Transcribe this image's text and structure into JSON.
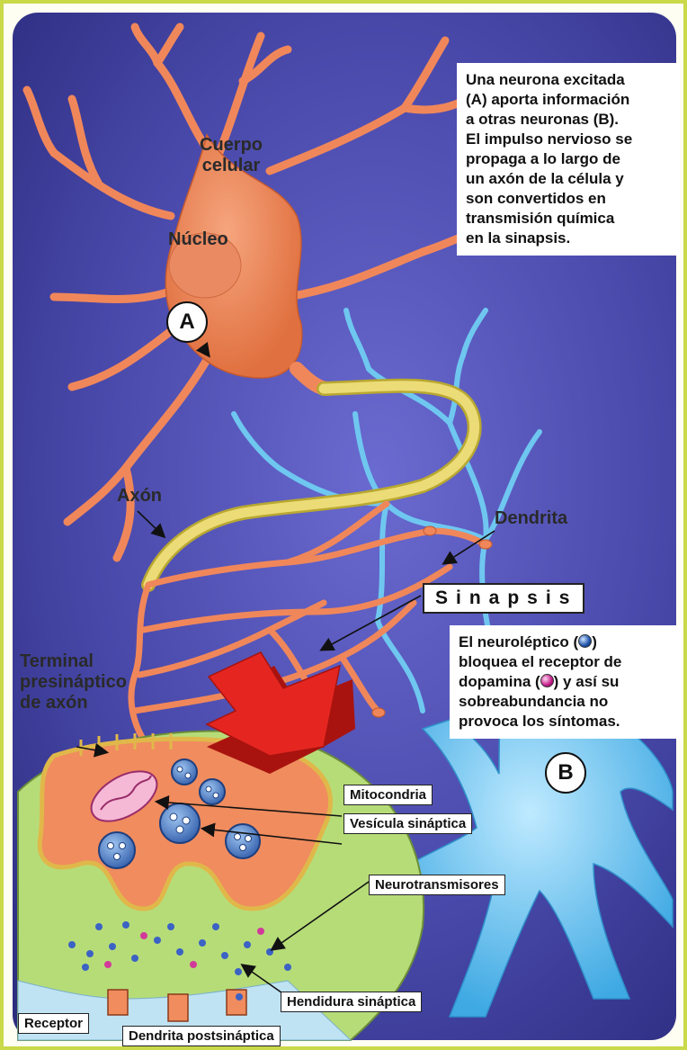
{
  "labels": {
    "cuerpo_celular": [
      "Cuerpo",
      "celular"
    ],
    "nucleo": "Núcleo",
    "neuron_a": "A",
    "neuron_b": "B",
    "axon": "Axón",
    "dendrita": "Dendrita",
    "sinapsis": "Sinapsis",
    "terminal": [
      "Terminal",
      "presináptico",
      "de axón"
    ]
  },
  "info_text": {
    "lines": [
      "Una neurona excitada",
      "(A) aporta información",
      "a otras neuronas (B).",
      "El impulso nervioso se",
      "propaga a lo largo de",
      "un axón de la célula y",
      "son convertidos en",
      "transmisión química",
      "en la sinapsis."
    ]
  },
  "neuroleptic_text": {
    "line1_before": "El neuroléptico (",
    "line1_after": ")",
    "line2": "bloquea el receptor de",
    "line3_before": "dopamina (",
    "line3_after": ") y así su",
    "line4": "sobreabundancia no",
    "line5": "provoca los síntomas."
  },
  "callouts": {
    "mitocondria": "Mitocondria",
    "vesicula": "Vesícula sináptica",
    "neurotransmisores": "Neurotransmisores",
    "hendidura": "Hendidura sináptica",
    "receptor": "Receptor",
    "dendrita_post": "Dendrita postsináptica"
  },
  "colors": {
    "frame_border": "#c9d94a",
    "background": "#4a4aa6",
    "neuron_a": "#f0875a",
    "neuron_b": "#6fc7f0",
    "myelin": "#e8d870",
    "synapse_green": "#b6dc78",
    "arrow_red": "#e0201c"
  }
}
